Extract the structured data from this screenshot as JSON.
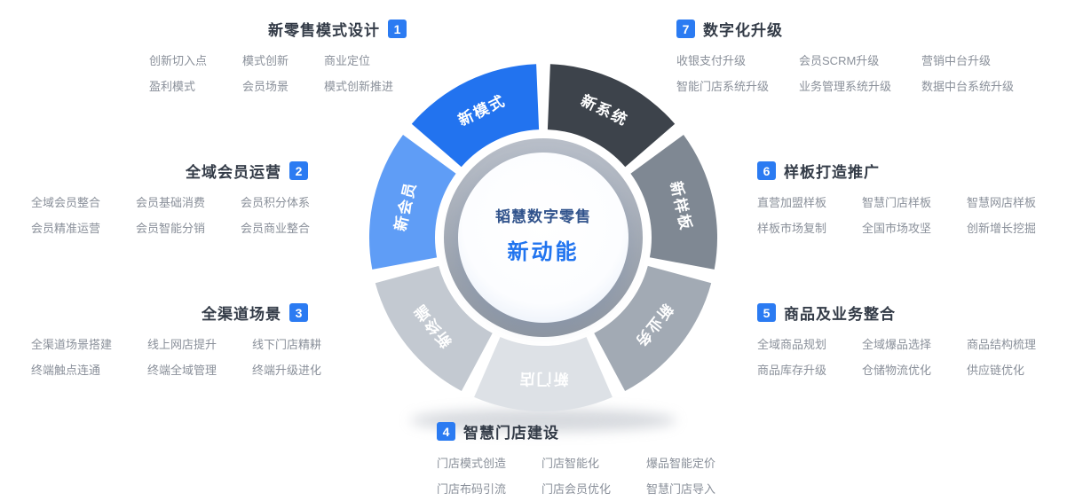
{
  "center": {
    "brand": "韬慧数字零售",
    "slogan": "新动能"
  },
  "accent": "#2b7bf2",
  "diagram": {
    "label_color": "#ffffff",
    "segments": [
      {
        "label": "新模式",
        "color": "#2273ef"
      },
      {
        "label": "新系统",
        "color": "#3d434b"
      },
      {
        "label": "新样板",
        "color": "#7f8893"
      },
      {
        "label": "新业务",
        "color": "#a2aab4"
      },
      {
        "label": "新门店",
        "color": "#dde1e6"
      },
      {
        "label": "新终端",
        "color": "#c3c9d1"
      },
      {
        "label": "新会员",
        "color": "#5f9df6"
      }
    ]
  },
  "sections": [
    {
      "num": "1",
      "title": "新零售模式设计",
      "items": [
        [
          "创新切入点",
          "模式创新",
          "商业定位"
        ],
        [
          "盈利模式",
          "会员场景",
          "模式创新推进"
        ]
      ]
    },
    {
      "num": "2",
      "title": "全域会员运营",
      "items": [
        [
          "全域会员整合",
          "会员基础消费",
          "会员积分体系"
        ],
        [
          "会员精准运营",
          "会员智能分销",
          "会员商业整合"
        ]
      ]
    },
    {
      "num": "3",
      "title": "全渠道场景",
      "items": [
        [
          "全渠道场景搭建",
          "线上网店提升",
          "线下门店精耕"
        ],
        [
          "终端触点连通",
          "终端全域管理",
          "终端升级进化"
        ]
      ]
    },
    {
      "num": "4",
      "title": "智慧门店建设",
      "items": [
        [
          "门店模式创造",
          "门店智能化",
          "爆品智能定价"
        ],
        [
          "门店布码引流",
          "门店会员优化",
          "智慧门店导入"
        ]
      ]
    },
    {
      "num": "5",
      "title": "商品及业务整合",
      "items": [
        [
          "全域商品规划",
          "全域爆品选择",
          "商品结构梳理"
        ],
        [
          "商品库存升级",
          "仓储物流优化",
          "供应链优化"
        ]
      ]
    },
    {
      "num": "6",
      "title": "样板打造推广",
      "items": [
        [
          "直营加盟样板",
          "智慧门店样板",
          "智慧网店样板"
        ],
        [
          "样板市场复制",
          "全国市场攻坚",
          "创新增长挖掘"
        ]
      ]
    },
    {
      "num": "7",
      "title": "数字化升级",
      "items": [
        [
          "收银支付升级",
          "会员SCRM升级",
          "营销中台升级"
        ],
        [
          "智能门店系统升级",
          "业务管理系统升级",
          "数据中台系统升级"
        ]
      ]
    }
  ]
}
